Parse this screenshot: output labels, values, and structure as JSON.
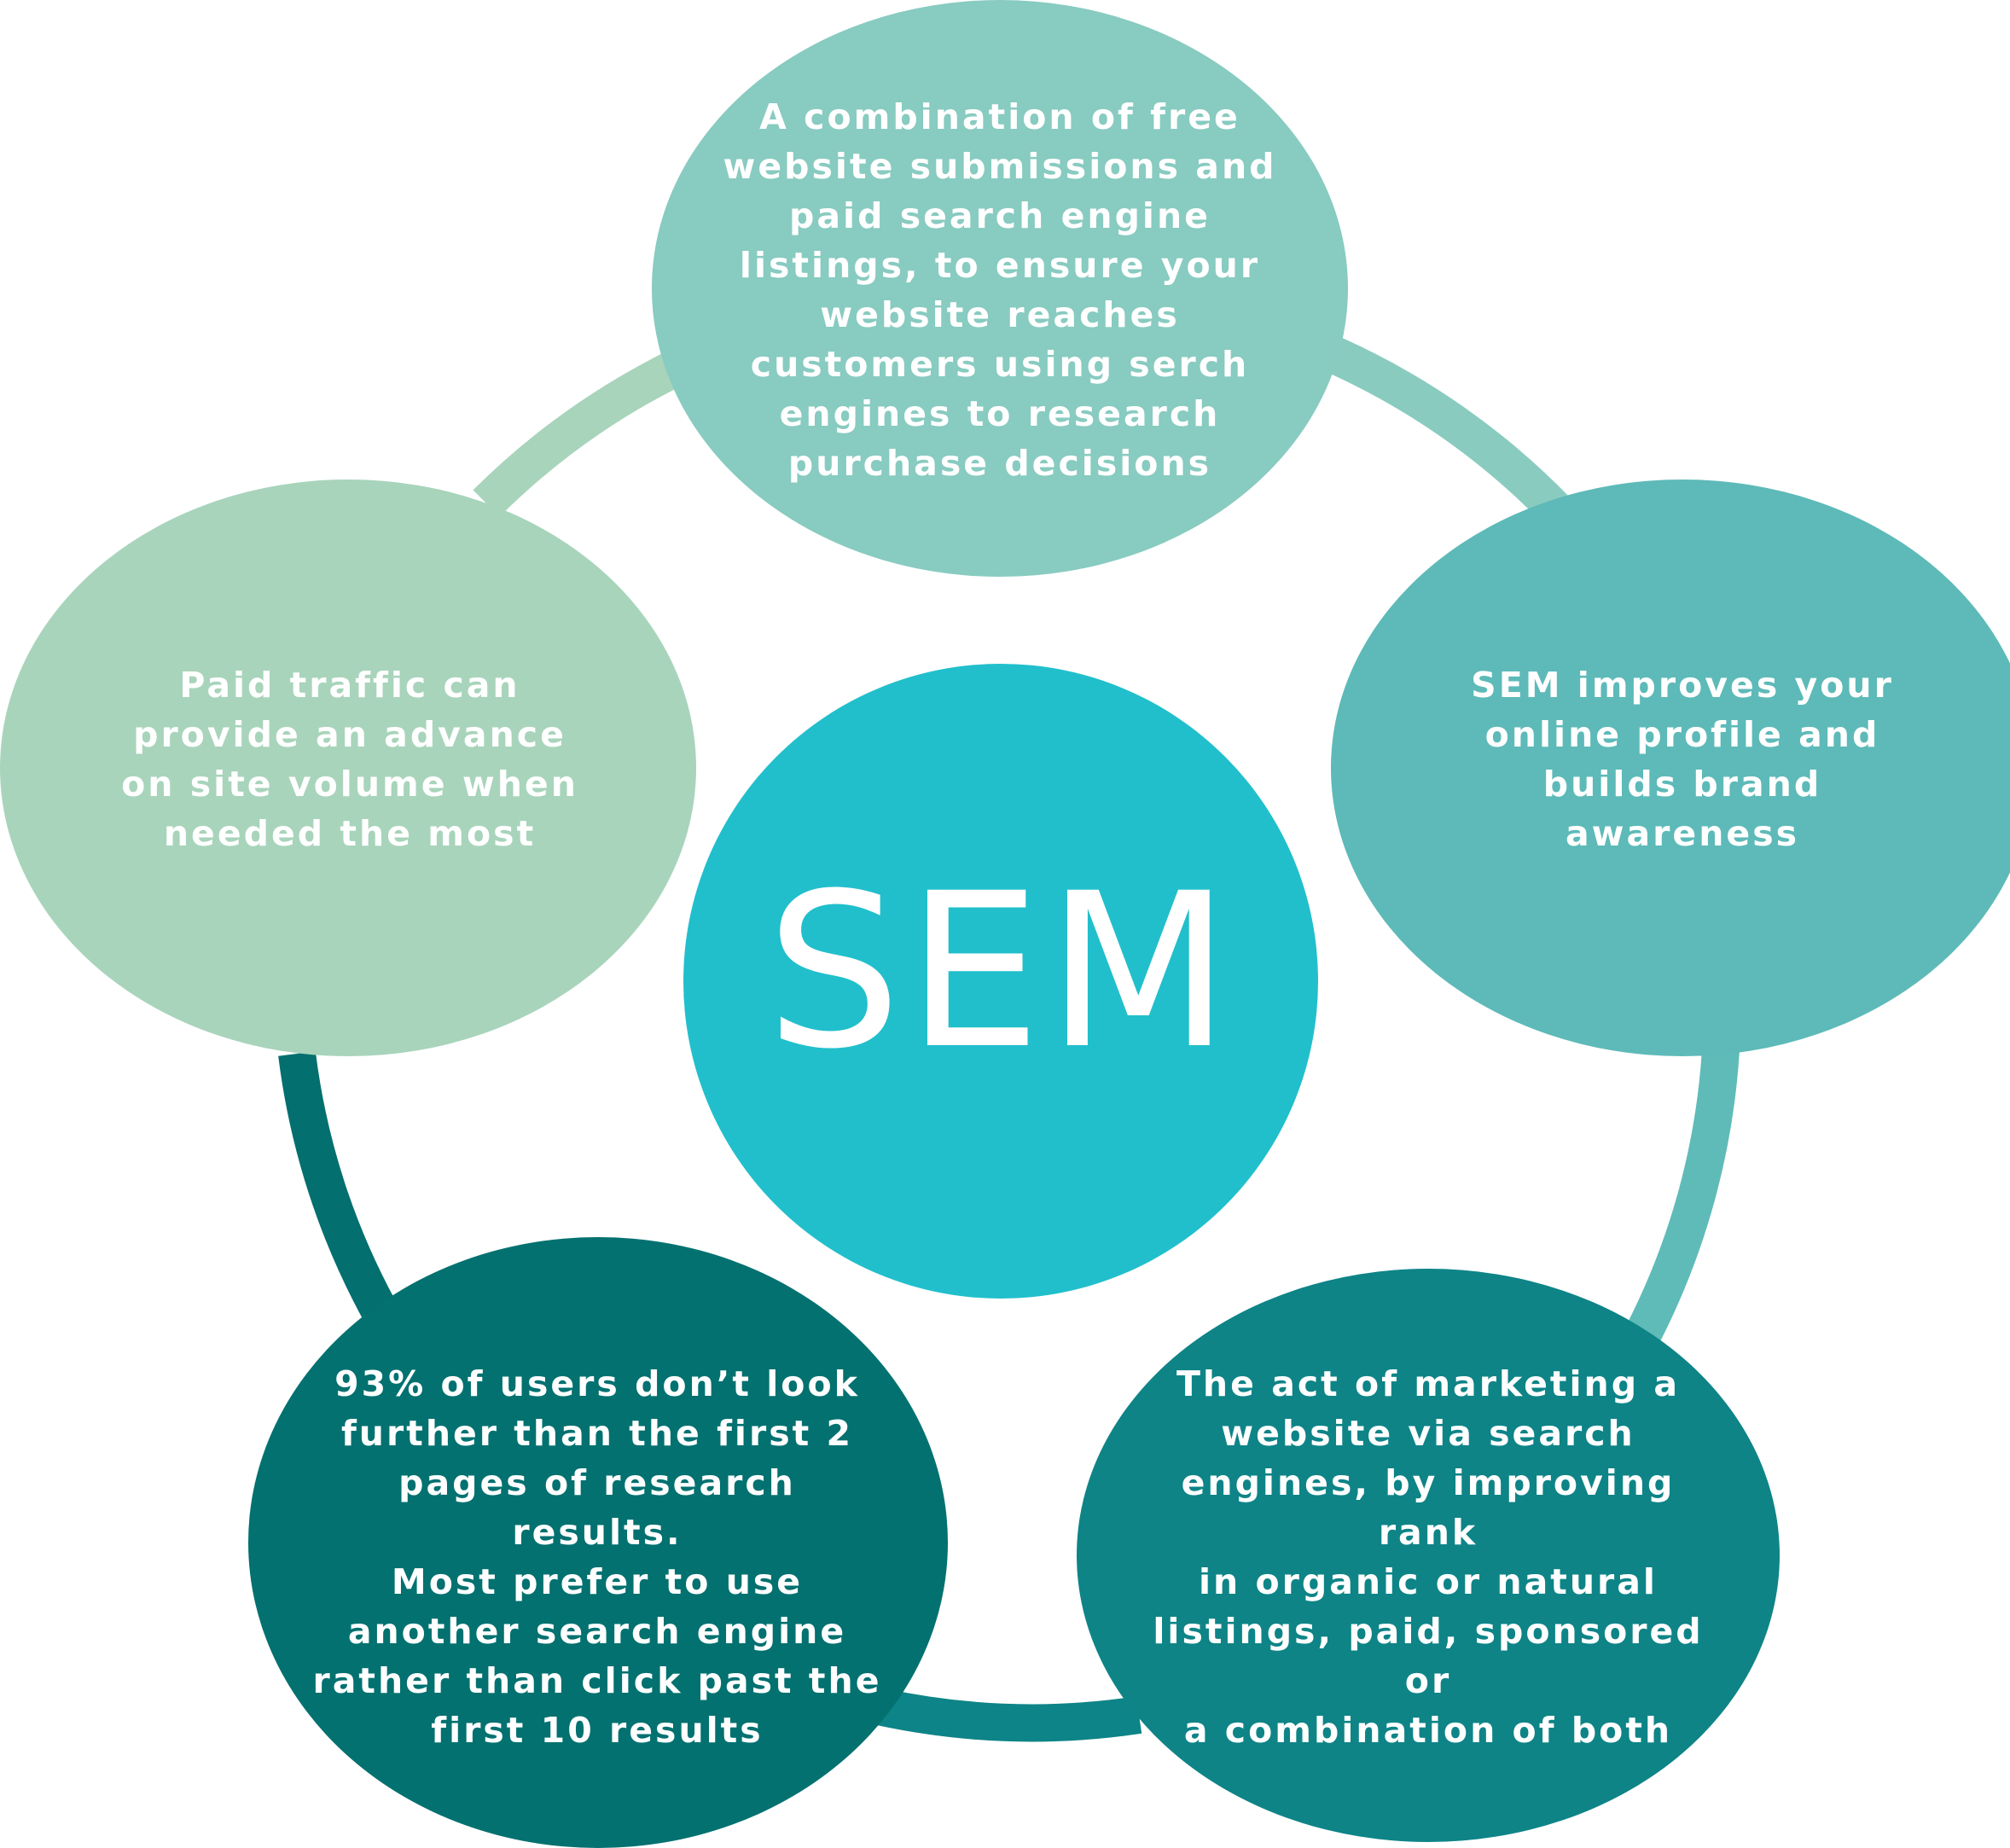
{
  "diagram": {
    "center": {
      "label": "SEM",
      "color": "#21bfcc"
    },
    "ring_colors": [
      "#8acbc0",
      "#5fbbb8",
      "#0d8487",
      "#036f6f",
      "#a8d4bb"
    ],
    "nodes": [
      {
        "id": "top",
        "text": "A combination of free\nwebsite submissions and\npaid search engine\nlistings, to ensure your\nwebsite reaches\ncustomers using serch\nengines to research\npurchase decisions",
        "color": "#88cbc0"
      },
      {
        "id": "right",
        "text": "SEM improves your\nonline profile and\nbuilds brand\nawareness",
        "color": "#5dbab8"
      },
      {
        "id": "bottom-right",
        "text": "The act of marketing a\nwebsite via search\nengines, by improving rank\nin organic or natural\nlistings, paid, sponsored or\na combination of both",
        "color": "#0e8487"
      },
      {
        "id": "bottom-left",
        "text": "93% of users don’t look\nfurther than the first 2\npages of research results.\nMost prefer to use\nanother search engine\nrather than click past the\nfirst 10 results",
        "color": "#027170"
      },
      {
        "id": "left",
        "text": "Paid traffic can\nprovide an advance\non site volume when\nneeded the most",
        "color": "#a8d4bb"
      }
    ]
  }
}
